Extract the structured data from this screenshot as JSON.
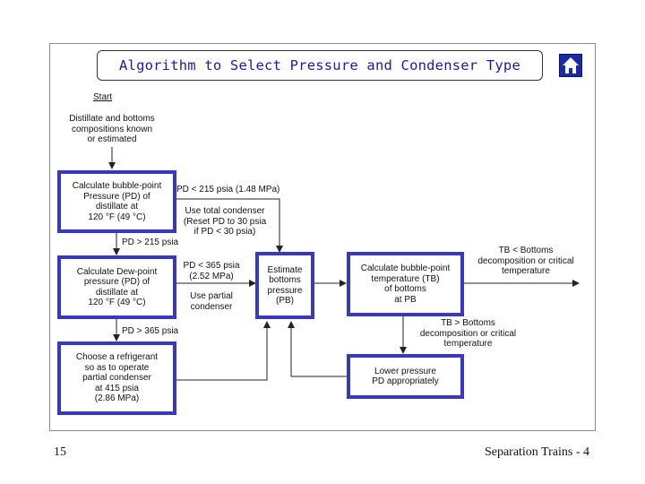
{
  "title": "Algorithm to Select Pressure and Condenser Type",
  "icons": {
    "home": "home-icon"
  },
  "nodes": {
    "start": "Start",
    "known": "Distillate and bottoms\ncompositions known\nor estimated",
    "bubble_distillate": "Calculate bubble-point\nPressure (PD) of\ndistillate at\n120 °F (49 °C)",
    "dew_distillate": "Calculate Dew-point\npressure (PD) of\ndistillate at\n120 °F (49 °C)",
    "refrigerant": "Choose a refrigerant\nso as to operate\npartial condenser\nat 415 psia\n(2.86 MPa)",
    "estimate_bottoms": "Estimate\nbottoms\npressure\n(PB)",
    "bubble_bottoms": "Calculate bubble-point\ntemperature (TB)\nof bottoms\nat PB",
    "lower_pressure": "Lower pressure\nPD appropriately"
  },
  "edge_labels": {
    "pd_lt_215": "PD < 215 psia (1.48 MPa)",
    "use_total": "Use total condenser\n(Reset PD to 30 psia\nif PD < 30 psia)",
    "pd_gt_215": "PD > 215 psia",
    "pd_lt_365": "PD < 365 psia\n(2.52 MPa)",
    "use_partial": "Use partial\ncondenser",
    "pd_gt_365": "PD > 365 psia",
    "tb_lt": "TB < Bottoms\ndecomposition or critical\ntemperature",
    "tb_gt": "TB > Bottoms\ndecomposition or critical\ntemperature"
  },
  "footer": {
    "page_number": "15",
    "section": "Separation Trains - 4"
  }
}
